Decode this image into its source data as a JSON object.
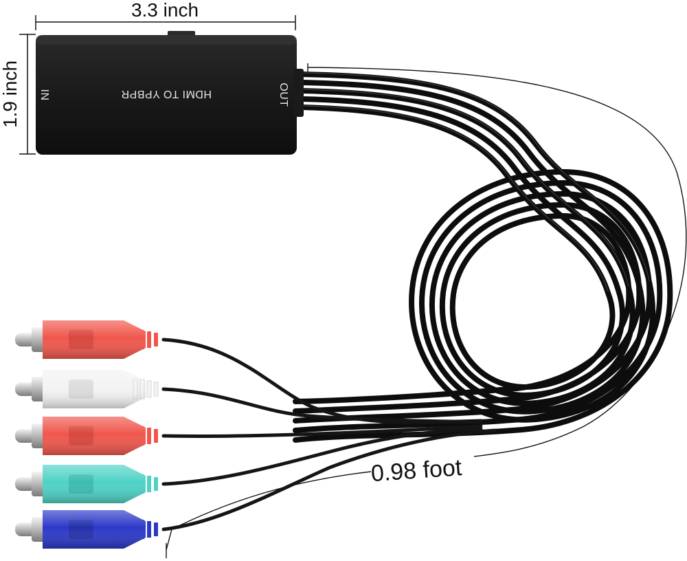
{
  "dimensions": {
    "width_label": "3.3 inch",
    "height_label": "1.9 inch",
    "cable_length_label": "0.98 foot"
  },
  "converter": {
    "title": "HDMI TO YPBPR",
    "input_label": "IN",
    "output_label": "OUT"
  },
  "colors": {
    "red_connector": "#f0574c",
    "white_connector": "#f3f3f3",
    "green_connector": "#4fd2c6",
    "blue_connector": "#2c39c8",
    "cable": "#121212",
    "box": "#1c1c1c"
  },
  "connectors": [
    {
      "name": "red",
      "color_key": "red_connector"
    },
    {
      "name": "white",
      "color_key": "white_connector"
    },
    {
      "name": "red",
      "color_key": "red_connector"
    },
    {
      "name": "green",
      "color_key": "green_connector"
    },
    {
      "name": "blue",
      "color_key": "blue_connector"
    }
  ]
}
